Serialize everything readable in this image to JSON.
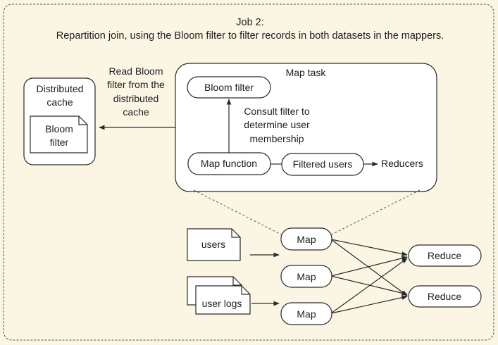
{
  "header": {
    "title": "Job 2:",
    "subtitle": "Repartition join, using the Bloom filter to filter records in both datasets in the mappers."
  },
  "cache": {
    "title_line1": "Distributed",
    "title_line2": "cache",
    "doc_line1": "Bloom",
    "doc_line2": "filter"
  },
  "read_annotation": [
    "Read Bloom",
    "filter from the",
    "distributed",
    "cache"
  ],
  "map_task": {
    "title": "Map task",
    "bloom_filter": "Bloom filter",
    "consult_annotation": [
      "Consult filter to",
      "determine user",
      "membership"
    ],
    "map_function": "Map function",
    "filtered_users": "Filtered users",
    "reducers": "Reducers"
  },
  "inputs": {
    "users": "users",
    "user_logs": "user logs"
  },
  "maps": [
    "Map",
    "Map",
    "Map"
  ],
  "reduces": [
    "Reduce",
    "Reduce"
  ],
  "colors": {
    "background": "#fbf6e3",
    "stroke": "#2a2a2a",
    "text": "#1e1e1e",
    "node_fill": "#ffffff"
  }
}
